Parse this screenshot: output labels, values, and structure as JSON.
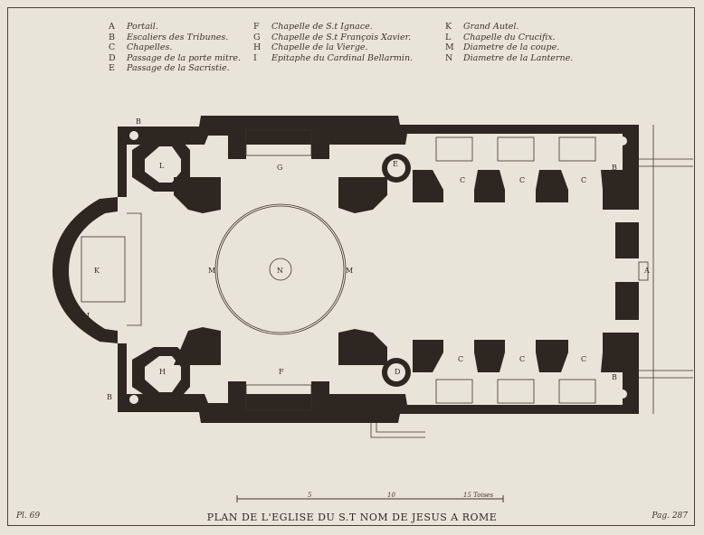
{
  "legend": {
    "col1": [
      {
        "key": "A",
        "text": "Portail."
      },
      {
        "key": "B",
        "text": "Escaliers des Tribunes."
      },
      {
        "key": "C",
        "text": "Chapelles."
      },
      {
        "key": "D",
        "text": "Passage de la porte mitre."
      },
      {
        "key": "E",
        "text": "Passage de la Sacristie."
      }
    ],
    "col2": [
      {
        "key": "F",
        "text": "Chapelle de S.t Ignace."
      },
      {
        "key": "G",
        "text": "Chapelle de S.t François Xavier."
      },
      {
        "key": "H",
        "text": "Chapelle de la Vierge."
      },
      {
        "key": "I",
        "text": "Epitaphe du Cardinal Bellarmin."
      }
    ],
    "col3": [
      {
        "key": "K",
        "text": "Grand Autel."
      },
      {
        "key": "L",
        "text": "Chapelle du Crucifix."
      },
      {
        "key": "M",
        "text": "Diametre de la coupe."
      },
      {
        "key": "N",
        "text": "Diametre de la Lanterne."
      }
    ]
  },
  "plan_labels": {
    "A": "A",
    "B": "B",
    "C": "C",
    "D": "D",
    "E": "E",
    "F": "F",
    "G": "G",
    "H": "H",
    "I": "I",
    "K": "K",
    "L": "L",
    "M": "M",
    "N": "N"
  },
  "scale": {
    "s5": "5",
    "s10": "10",
    "s15": "15 Toises"
  },
  "title": "PLAN DE L'EGLISE DU S.T NOM DE JESUS A ROME",
  "corner_left": "Pl. 69",
  "corner_right": "Pag. 287",
  "colors": {
    "paper": "#e9e4da",
    "wall": "#2e2620",
    "ink": "#3b332c"
  }
}
